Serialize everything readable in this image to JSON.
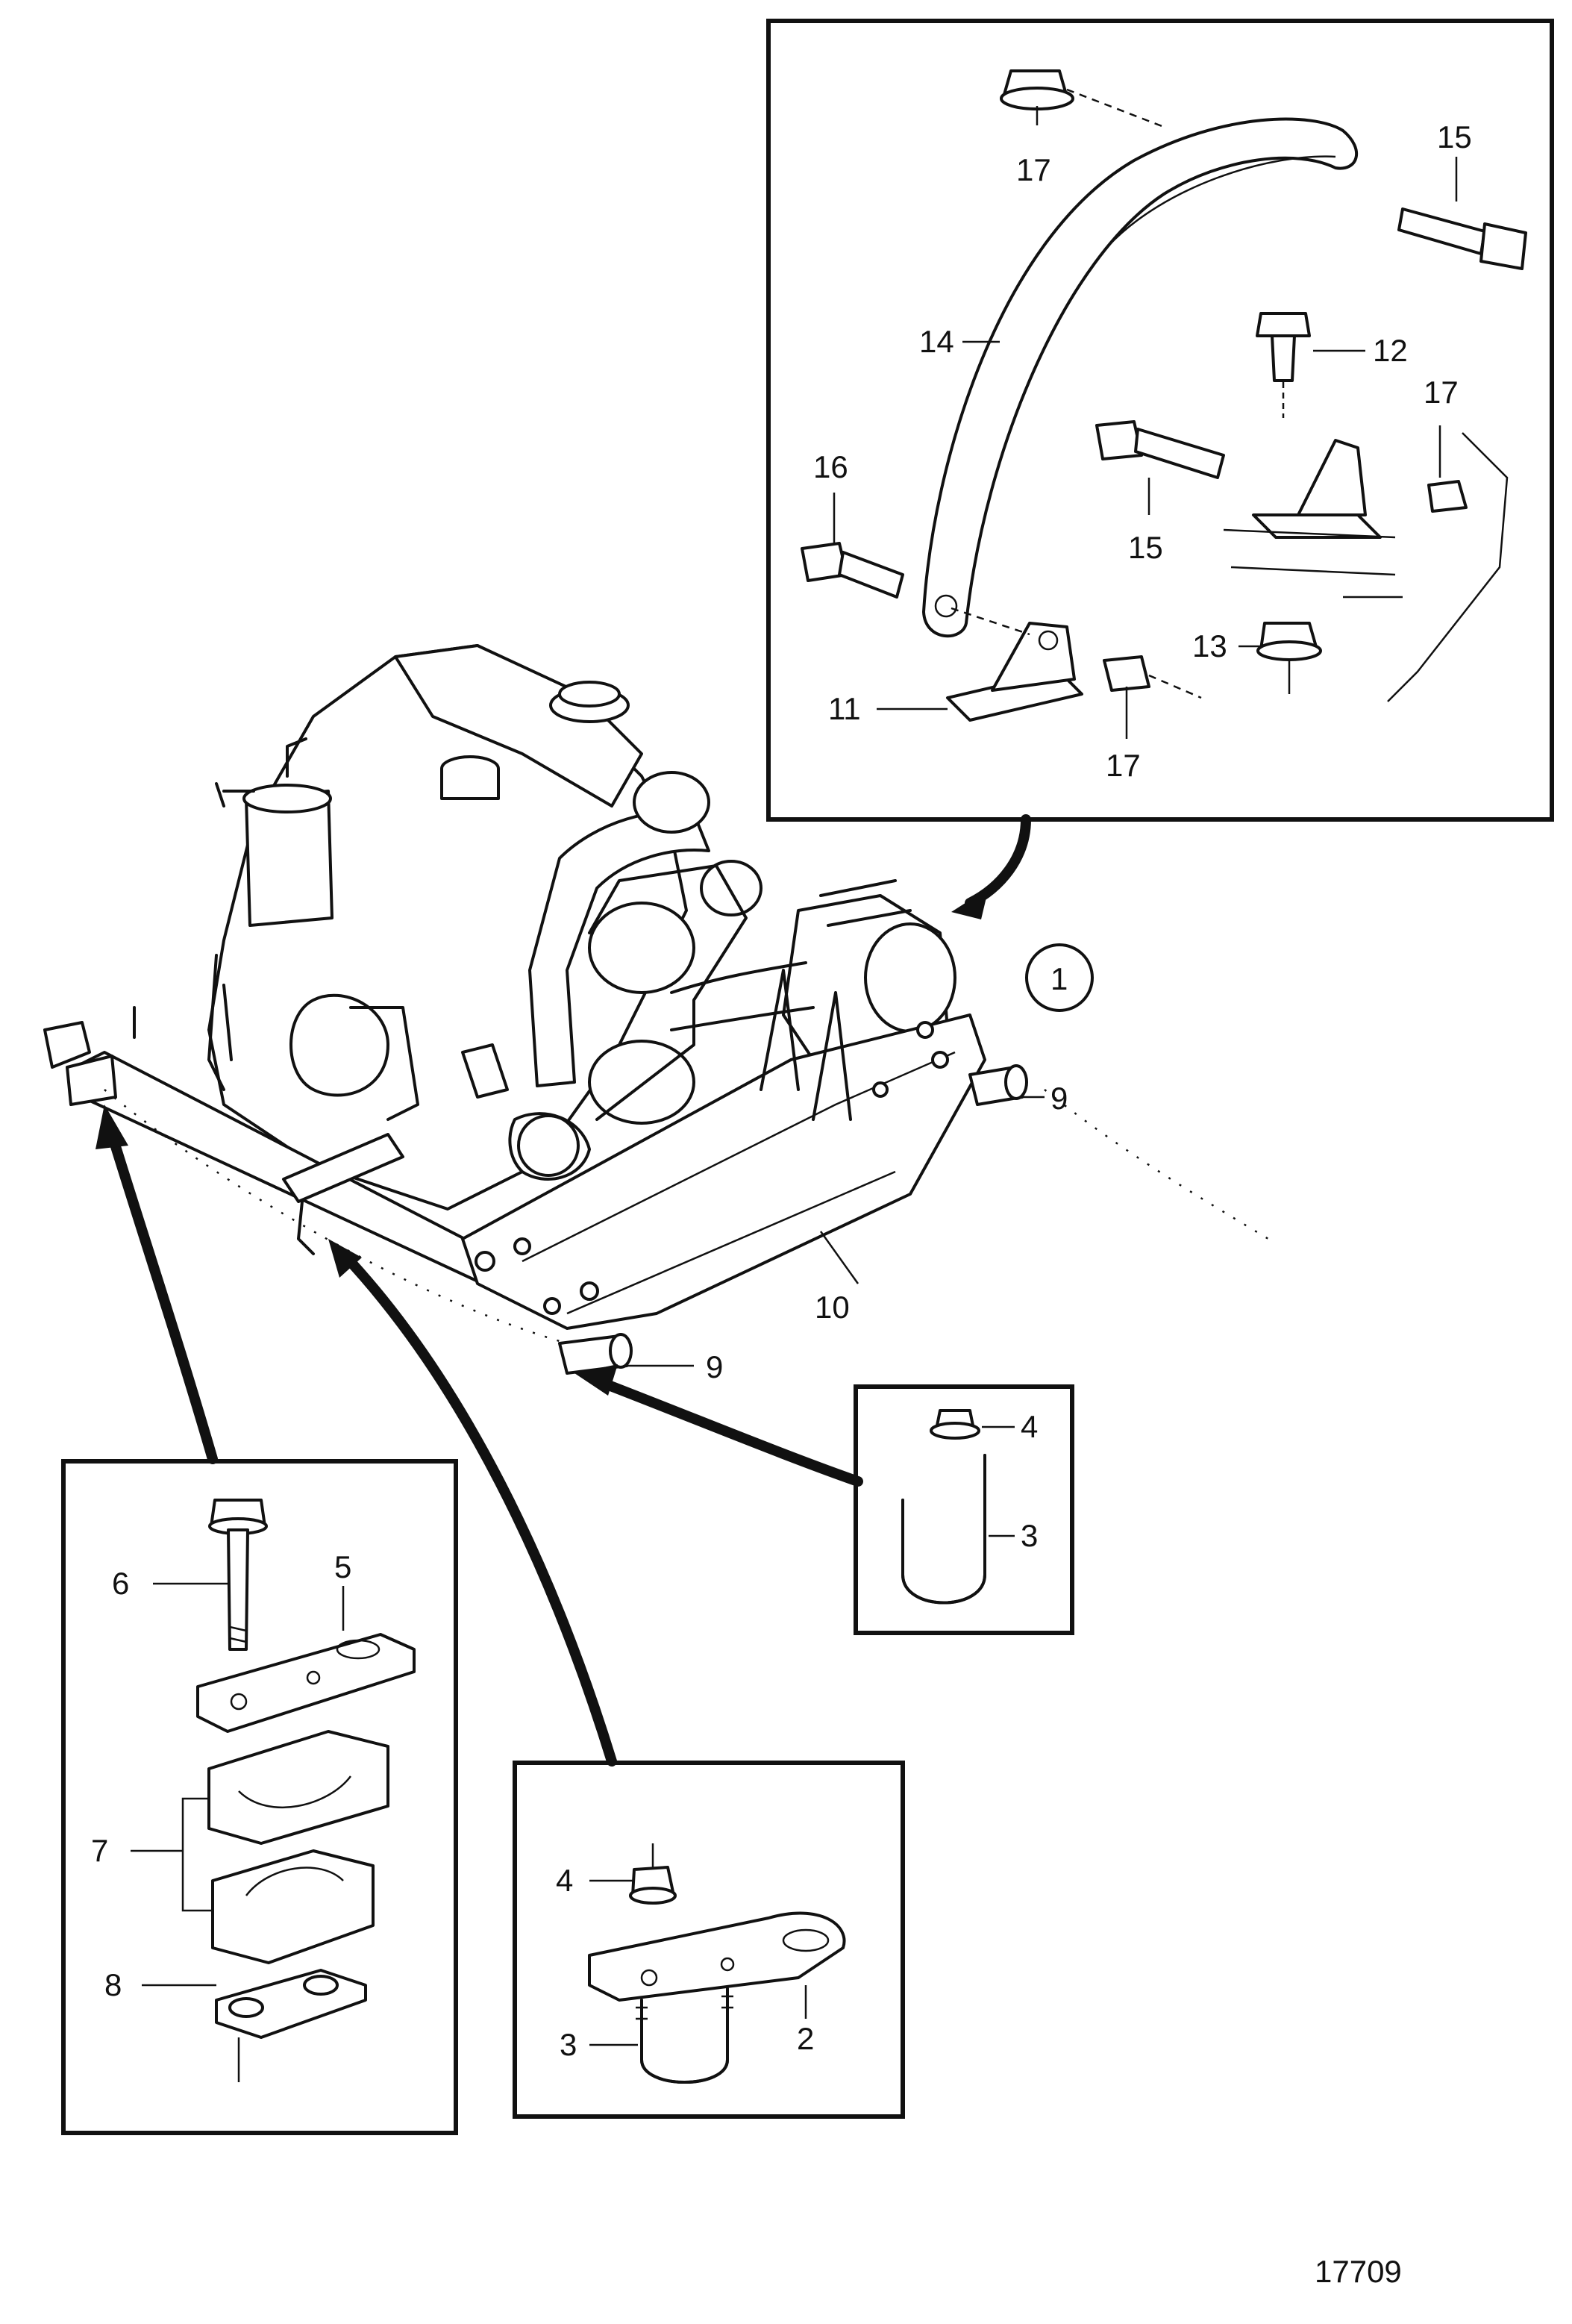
{
  "callouts": {
    "c1": "1",
    "c2": "2",
    "c3a": "3",
    "c3b": "3",
    "c4a": "4",
    "c4b": "4",
    "c5": "5",
    "c6": "6",
    "c7": "7",
    "c8": "8",
    "c9a": "9",
    "c9b": "9",
    "c10": "10",
    "c11": "11",
    "c12": "12",
    "c13": "13",
    "c14": "14",
    "c15a": "15",
    "c15b": "15",
    "c16": "16",
    "c17a": "17",
    "c17b": "17",
    "c17c": "17"
  },
  "figure_number": "17709",
  "view_marker": "1"
}
